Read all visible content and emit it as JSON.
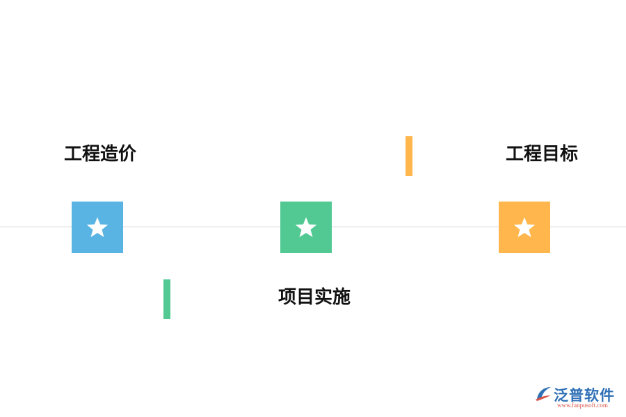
{
  "milestones": [
    {
      "label": "工程造价",
      "color": "#59b4e3",
      "icon": "star-icon"
    },
    {
      "label": "项目实施",
      "color": "#52c993",
      "icon": "star-icon"
    },
    {
      "label": "工程目标",
      "color": "#ffb74d",
      "icon": "star-icon"
    }
  ],
  "colors": {
    "line": "#d6d6d6",
    "text": "#111111",
    "logo_blue": "#2f6fb6",
    "logo_red": "#d8554a"
  },
  "logo": {
    "name": "泛普软件",
    "url": "www.fanpusoft.com"
  }
}
